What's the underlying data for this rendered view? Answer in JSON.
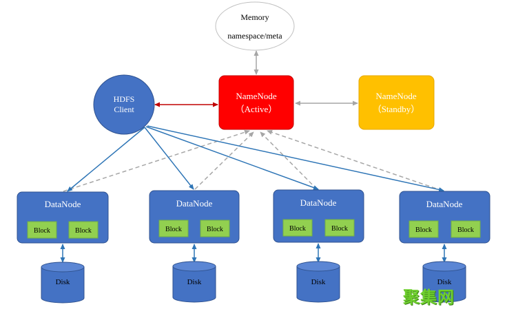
{
  "memory": {
    "title": "Memory",
    "subtitle": "namespace/meta"
  },
  "client": {
    "line1": "HDFS",
    "line2": "Client"
  },
  "namenode_active": {
    "line1": "NameNode",
    "line2": "（Active）"
  },
  "namenode_standby": {
    "line1": "NameNode",
    "line2": "（Standby）"
  },
  "datanodes": [
    {
      "label": "DataNode",
      "block1": "Block",
      "block2": "Block",
      "disk": "Disk"
    },
    {
      "label": "DataNode",
      "block1": "Block",
      "block2": "Block",
      "disk": "Disk"
    },
    {
      "label": "DataNode",
      "block1": "Block",
      "block2": "Block",
      "disk": "Disk"
    },
    {
      "label": "DataNode",
      "block1": "Block",
      "block2": "Block",
      "disk": "Disk"
    }
  ],
  "watermark": "聚集网",
  "colors": {
    "node_blue": "#4472c4",
    "node_border": "#2f528f",
    "active_red": "#ff0000",
    "standby_yellow": "#ffc000",
    "block_green": "#92d050",
    "arrow_red": "#c00000",
    "arrow_gray": "#a6a6a6",
    "arrow_blue": "#2e75b6"
  }
}
